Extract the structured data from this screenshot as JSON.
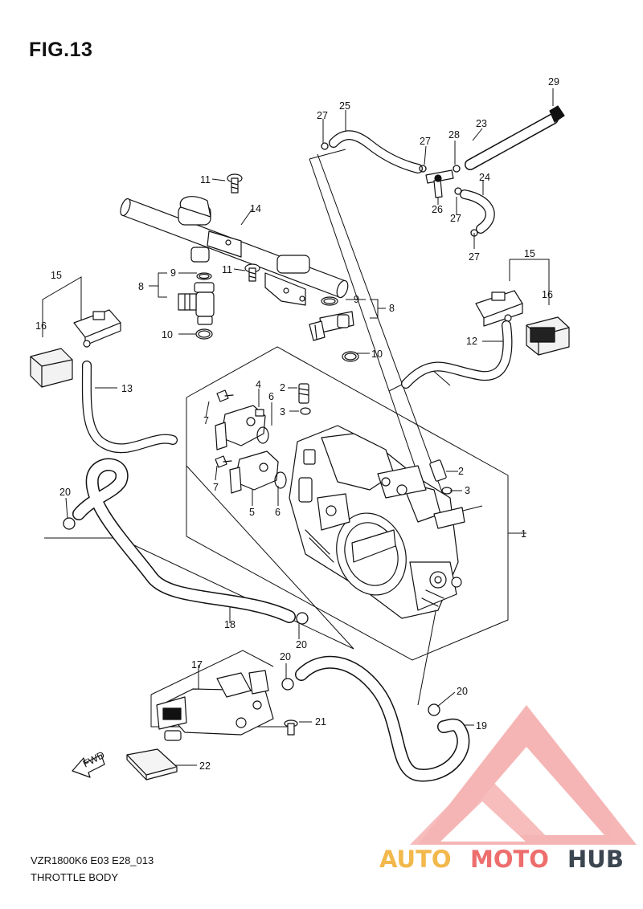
{
  "figure": {
    "title": "FIG.13",
    "model_code": "VZR1800K6 E03 E28_013",
    "section_name": "THROTTLE BODY"
  },
  "callouts": [
    "1",
    "2",
    "3",
    "4",
    "5",
    "6",
    "7",
    "8",
    "9",
    "10",
    "11",
    "12",
    "13",
    "14",
    "15",
    "16",
    "17",
    "18",
    "19",
    "20",
    "21",
    "22",
    "23",
    "24",
    "25",
    "26",
    "27",
    "28",
    "29"
  ],
  "fwd_label": "FWD",
  "watermark": {
    "text_part_1": "AUTO",
    "text_part_2": "MOTO",
    "text_part_3": "HUB",
    "color_1": "#f2b84b",
    "color_2": "#ee6d6d",
    "color_3": "#3c4650"
  }
}
